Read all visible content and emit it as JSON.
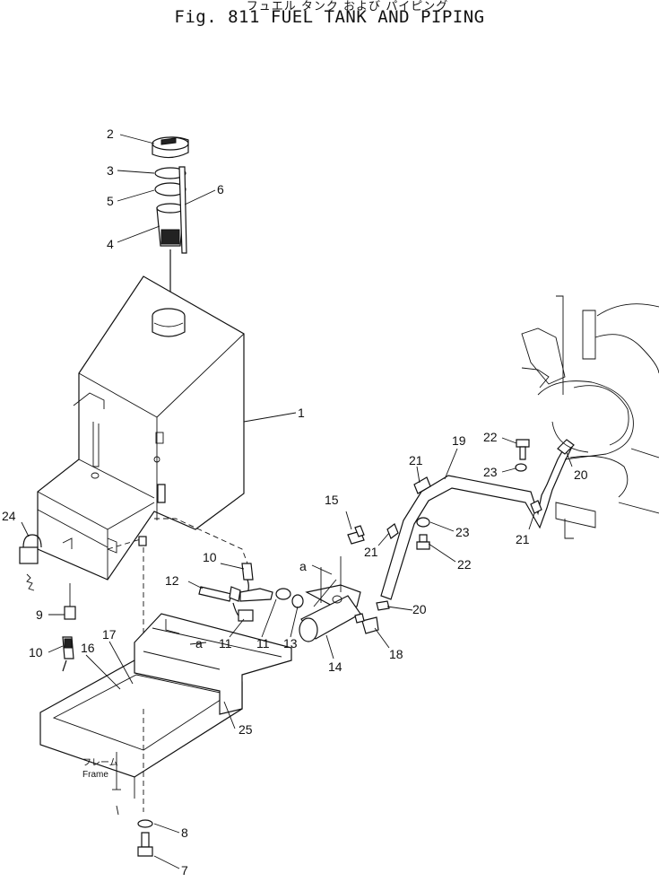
{
  "header": {
    "title_jp": "フュエル タンク および パイピング",
    "title_en": "Fig. 811 FUEL TANK AND PIPING"
  },
  "labels": {
    "frame_jp": "フレーム",
    "frame_en": "Frame",
    "ref_a_upper": "a",
    "ref_a_lower": "a"
  },
  "callouts": {
    "n1": "1",
    "n2": "2",
    "n3": "3",
    "n4": "4",
    "n5": "5",
    "n6": "6",
    "n7": "7",
    "n8": "8",
    "n9": "9",
    "n10a": "10",
    "n10b": "10",
    "n11a": "11",
    "n11b": "11",
    "n12": "12",
    "n13": "13",
    "n14": "14",
    "n15": "15",
    "n16": "16",
    "n17": "17",
    "n18": "18",
    "n19": "19",
    "n20a": "20",
    "n20b": "20",
    "n21a": "21",
    "n21b": "21",
    "n21c": "21",
    "n22a": "22",
    "n22b": "22",
    "n23a": "23",
    "n23b": "23",
    "n24": "24",
    "n25": "25"
  }
}
